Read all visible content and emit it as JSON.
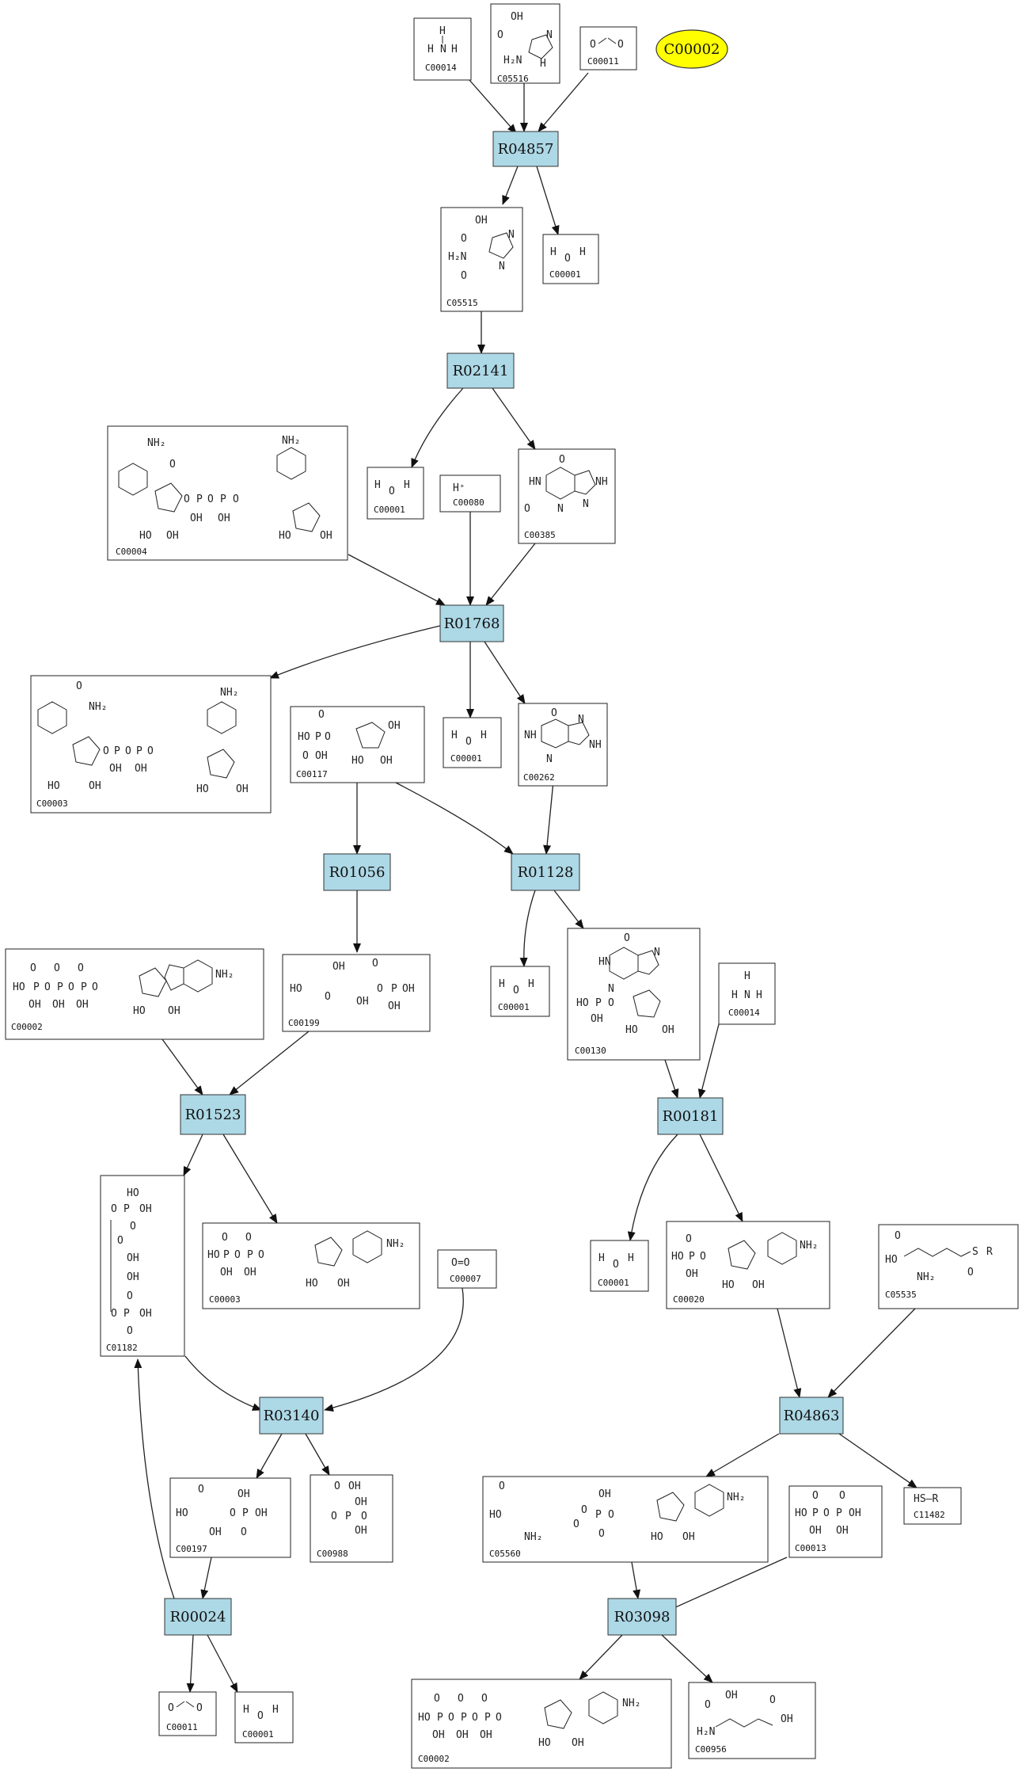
{
  "highlight": {
    "id": "C00002",
    "color": "#ffff00"
  },
  "reaction_color": "#add8e6",
  "reactions": [
    {
      "id": "R04857",
      "label": "R04857"
    },
    {
      "id": "R02141",
      "label": "R02141"
    },
    {
      "id": "R01768",
      "label": "R01768"
    },
    {
      "id": "R01056",
      "label": "R01056"
    },
    {
      "id": "R01128",
      "label": "R01128"
    },
    {
      "id": "R01523",
      "label": "R01523"
    },
    {
      "id": "R00181",
      "label": "R00181"
    },
    {
      "id": "R03140",
      "label": "R03140"
    },
    {
      "id": "R04863",
      "label": "R04863"
    },
    {
      "id": "R00024",
      "label": "R00024"
    },
    {
      "id": "R03098",
      "label": "R03098"
    }
  ],
  "compounds": [
    {
      "id": "c00014a",
      "label": "C00014",
      "formula": "H-N-H (H)"
    },
    {
      "id": "c05516",
      "label": "C05516",
      "formula": "COOH / H2N imidazole"
    },
    {
      "id": "c00011a",
      "label": "C00011",
      "formula": "O=C=O"
    },
    {
      "id": "c05515",
      "label": "C05515",
      "formula": "COOH / H2N-C=O imidazole"
    },
    {
      "id": "c00001a",
      "label": "C00001",
      "formula": "H-O-H"
    },
    {
      "id": "c00004",
      "label": "C00004",
      "formula": "NADH"
    },
    {
      "id": "c00001b",
      "label": "C00001",
      "formula": "H-O-H"
    },
    {
      "id": "c00080",
      "label": "C00080",
      "formula": "H+"
    },
    {
      "id": "c00385",
      "label": "C00385",
      "formula": "xanthine"
    },
    {
      "id": "c00003a",
      "label": "C00003",
      "formula": "NAD+"
    },
    {
      "id": "c00117",
      "label": "C00117",
      "formula": "ribose-5-phosphate"
    },
    {
      "id": "c00001c",
      "label": "C00001",
      "formula": "H-O-H"
    },
    {
      "id": "c00262",
      "label": "C00262",
      "formula": "hypoxanthine"
    },
    {
      "id": "c00002a",
      "label": "C00002",
      "formula": "ATP"
    },
    {
      "id": "c00199",
      "label": "C00199",
      "formula": "ribulose-5-phosphate"
    },
    {
      "id": "c00001d",
      "label": "C00001",
      "formula": "H-O-H"
    },
    {
      "id": "c00130",
      "label": "C00130",
      "formula": "IMP"
    },
    {
      "id": "c00014b",
      "label": "C00014",
      "formula": "H-N-H (H)"
    },
    {
      "id": "c01182",
      "label": "C01182",
      "formula": "ribulose-1,5-bisphosphate"
    },
    {
      "id": "c00003b",
      "label": "C00003",
      "formula": "ADP-ribose"
    },
    {
      "id": "c00007",
      "label": "C00007",
      "formula": "O=O"
    },
    {
      "id": "c00001e",
      "label": "C00001",
      "formula": "H-O-H"
    },
    {
      "id": "c00020",
      "label": "C00020",
      "formula": "AMP"
    },
    {
      "id": "c05535",
      "label": "C05535",
      "formula": "glutamyl-S-R"
    },
    {
      "id": "c00197",
      "label": "C00197",
      "formula": "3-phosphoglycerate"
    },
    {
      "id": "c00988",
      "label": "C00988",
      "formula": "2-phosphoglycolate"
    },
    {
      "id": "c05560",
      "label": "C05560",
      "formula": "glutamyl-AMP"
    },
    {
      "id": "c11482",
      "label": "C11482",
      "formula": "HS-R"
    },
    {
      "id": "c00013",
      "label": "C00013",
      "formula": "pyrophosphate"
    },
    {
      "id": "c00011b",
      "label": "C00011",
      "formula": "O=C=O"
    },
    {
      "id": "c00001f",
      "label": "C00001",
      "formula": "H-O-H"
    },
    {
      "id": "c00002b",
      "label": "C00002",
      "formula": "ATP"
    },
    {
      "id": "c00956",
      "label": "C00956",
      "formula": "2-aminoadipate"
    }
  ]
}
